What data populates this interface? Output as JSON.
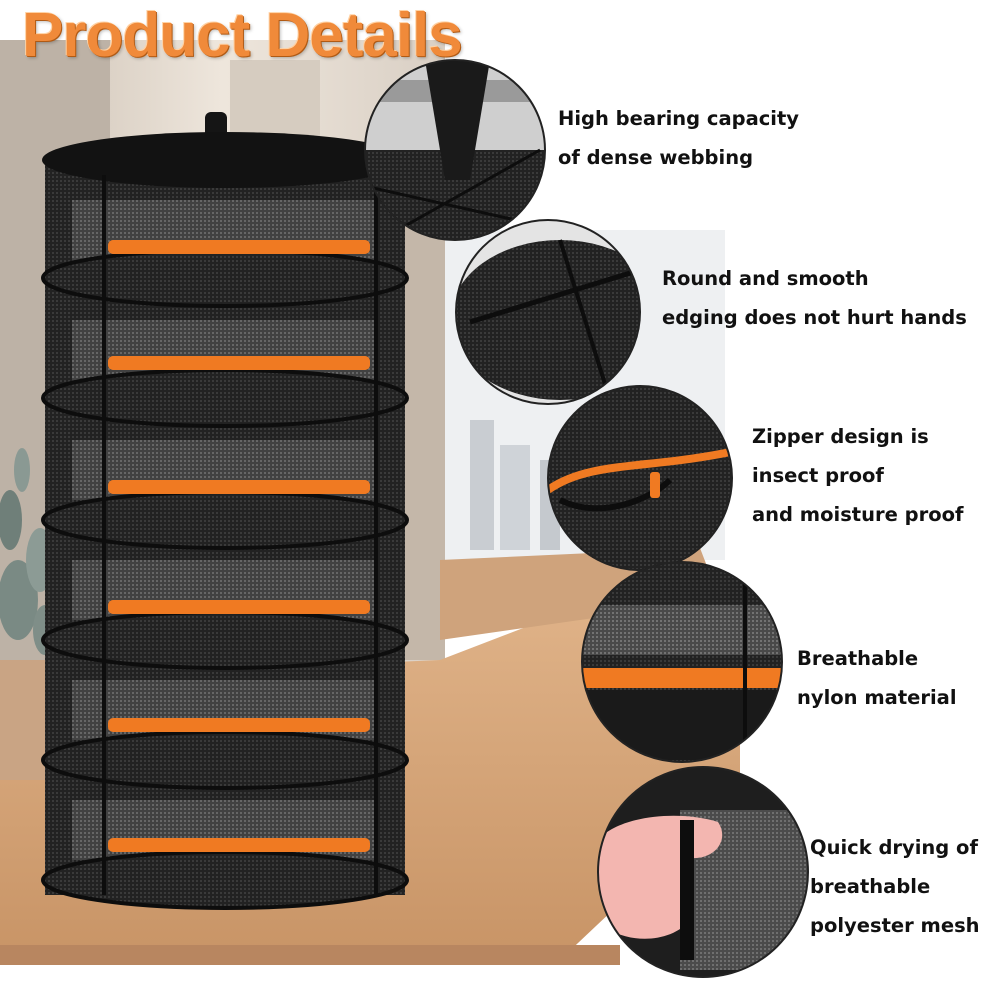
{
  "title": "Product Details",
  "features": [
    {
      "lines": [
        "High bearing capacity",
        "of dense webbing"
      ]
    },
    {
      "lines": [
        "Round and smooth",
        "edging does not hurt hands"
      ]
    },
    {
      "lines": [
        "Zipper design is",
        "insect proof",
        "and moisture proof"
      ]
    },
    {
      "lines": [
        "Breathable",
        "nylon material"
      ]
    },
    {
      "lines": [
        "Quick drying of",
        "breathable",
        "polyester mesh"
      ]
    }
  ],
  "colors": {
    "title": "#f08a3a",
    "zipper": "#f07a22",
    "mesh": "#1c1c1c",
    "wood": "#d8a77c",
    "wall": "#e9dfd2",
    "caption": "#111111"
  }
}
